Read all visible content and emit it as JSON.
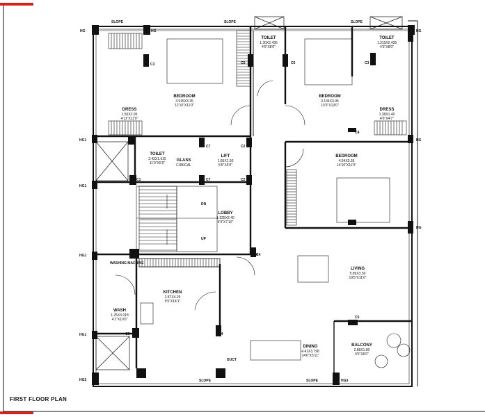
{
  "title": "FIRST FLOOR PLAN",
  "accent_color": "#d62020",
  "rooms": [
    {
      "name": "BEDROOM",
      "dims": [
        "3.915X3.35",
        "12'10\"X11'0\""
      ]
    },
    {
      "name": "DRESS",
      "dims": [
        "1.50X2.95",
        "4'11\"X11'0\""
      ]
    },
    {
      "name": "TOILET",
      "dims": [
        "1.30X2.435",
        "4'0\"X8'0\""
      ]
    },
    {
      "name": "BEDROOM",
      "dims": [
        "3.134X3.95",
        "10'3\"X13'0\""
      ]
    },
    {
      "name": "TOILET",
      "dims": [
        "1.315X2.435",
        "4'3\"X8'0\""
      ]
    },
    {
      "name": "DRESS",
      "dims": [
        "1.38X1.40",
        "4'6\"X4'7\""
      ]
    },
    {
      "name": "TOILET",
      "dims": [
        "2.42X1.615",
        "11'0\"X5'0\""
      ]
    },
    {
      "name": "GLASS",
      "dims": [
        "CUBICAL"
      ]
    },
    {
      "name": "LIFT",
      "dims": [
        "1.65X1.50",
        "5'5\"X5'0\""
      ]
    },
    {
      "name": "BEDROOM",
      "dims": [
        "4.54X3.35",
        "14'10\"X11'0\""
      ]
    },
    {
      "name": "LOBBY",
      "dims": [
        "1.925X2.40",
        "6'0\"X7'10\""
      ]
    },
    {
      "name": "LIVING",
      "dims": [
        "5.89X3.50",
        "19'5\"X11'6\""
      ]
    },
    {
      "name": "KITCHEN",
      "dims": [
        "2.87X4.29",
        "9'5\"X14'1\""
      ]
    },
    {
      "name": "WASH",
      "dims": [
        "1.25X3.018",
        "4'1\"X10'0\""
      ]
    },
    {
      "name": "DINING",
      "dims": [
        "4.41X3.798",
        "14'6\"X5'11\""
      ]
    },
    {
      "name": "BALCONY",
      "dims": [
        "2.88X1.80",
        "9'5\"X6'0\""
      ]
    }
  ],
  "tags": {
    "hg": "HG",
    "hg1": "HG1",
    "hg2": "HG2",
    "hg3": "HG3",
    "slope": "SLOPE",
    "dn": "DN",
    "up": "UP",
    "duct": "DUCT",
    "c1": "C1",
    "c2": "C2",
    "c3": "C3",
    "c4": "C4",
    "c5": "C5",
    "c6": "C6",
    "c7": "C7",
    "washing_machine": "WASHING MACHINE"
  }
}
